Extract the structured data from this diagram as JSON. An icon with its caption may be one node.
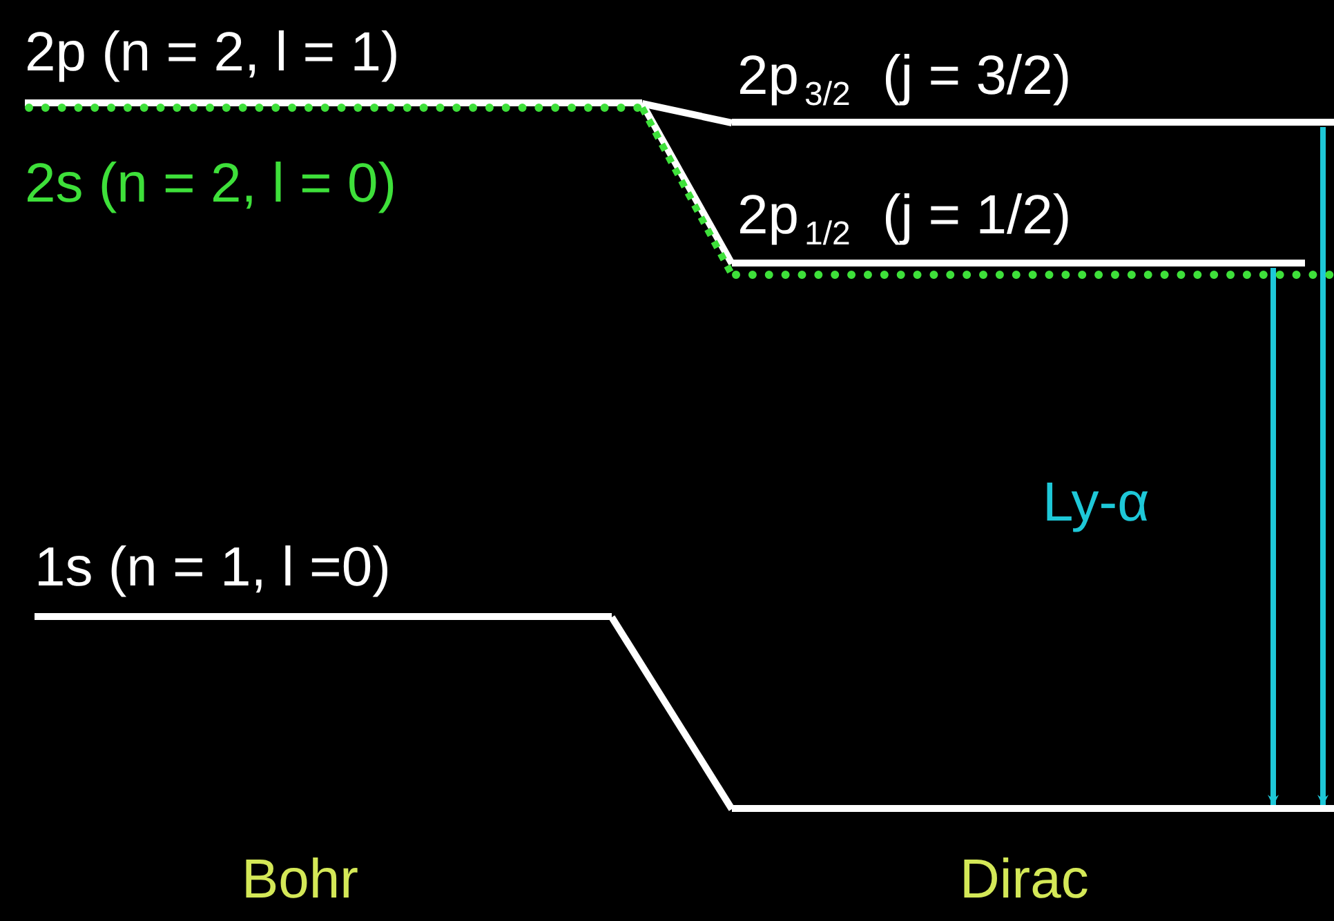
{
  "diagram": {
    "nodes": [
      {
        "text": [
          "2p (n = 2, l = 1)"
        ]
      },
      {
        "text": [
          "2s (n = 2, l = 0)"
        ]
      },
      {
        "text": [
          "2p$_{3/2}$ (j = 3/2)"
        ]
      },
      {
        "text": [
          "2p$_{1/2}$ (j = 1/2)"
        ]
      },
      {
        "text": [],
        "shape": "bar"
      },
      {
        "text": [
          "1s (n = 1, l =0)"
        ]
      },
      {
        "text": [],
        "shape": "bar"
      }
    ],
    "edges": [
      {
        "from": 0,
        "to": 2,
        "arrow": "none"
      },
      {
        "from": 0,
        "to": 3,
        "arrow": "none"
      },
      {
        "from": 1,
        "to": 4,
        "arrow": "none",
        "style": "dashed",
        "color": "#3ee03a"
      },
      {
        "from": 5,
        "to": 6,
        "arrow": "none"
      },
      {
        "from": 3,
        "to": 6,
        "arrow": "to",
        "color": "#1ec8d8"
      },
      {
        "from": 2,
        "to": 6,
        "arrow": "to",
        "color": "#1ec8d8"
      }
    ],
    "labels": [
      "Ly-α",
      "Bohr",
      "Dirac"
    ]
  }
}
